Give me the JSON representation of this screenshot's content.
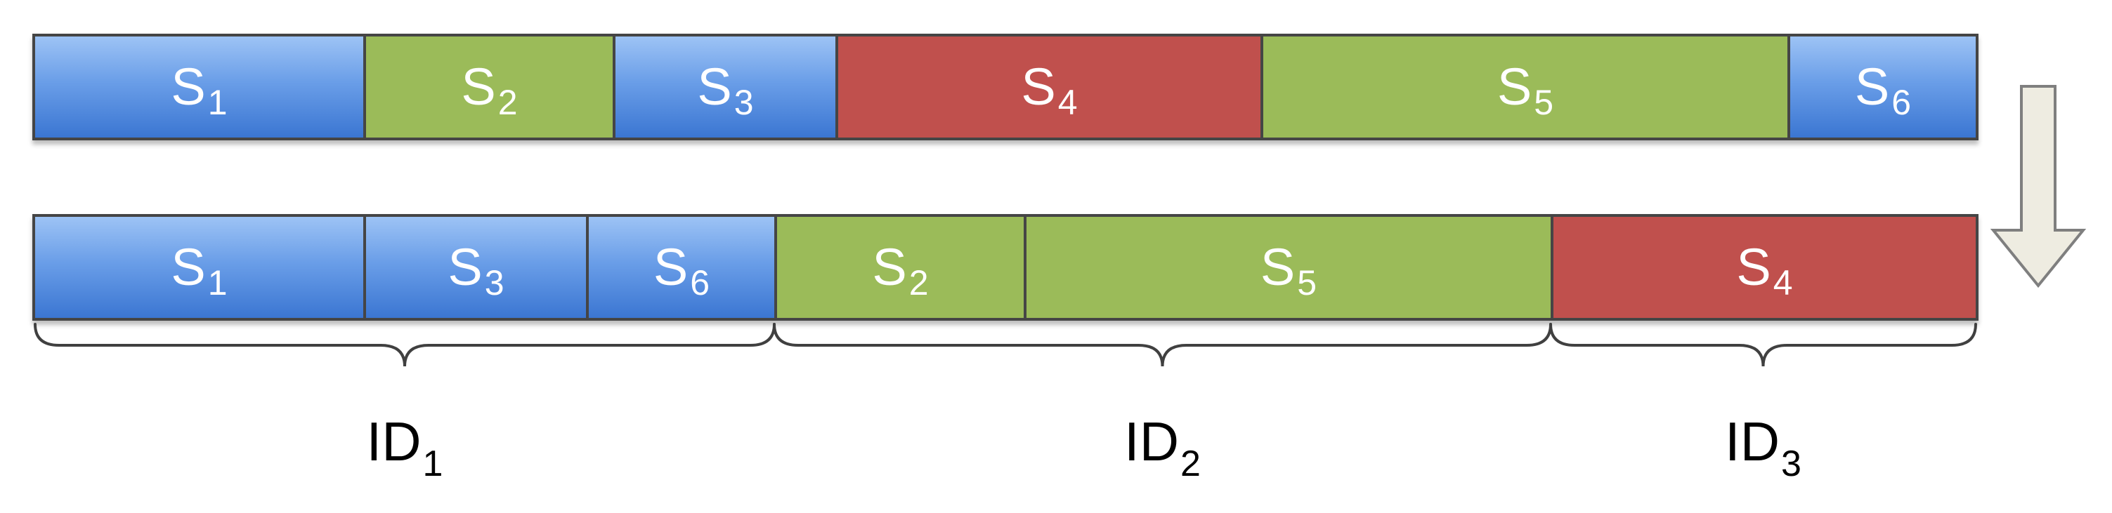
{
  "rows": [
    {
      "name": "original-order",
      "segments": [
        {
          "base": "S",
          "sub": "1",
          "color": "blue",
          "width_units": 468
        },
        {
          "base": "S",
          "sub": "2",
          "color": "green",
          "width_units": 356
        },
        {
          "base": "S",
          "sub": "3",
          "color": "blue",
          "width_units": 318
        },
        {
          "base": "S",
          "sub": "4",
          "color": "red",
          "width_units": 607
        },
        {
          "base": "S",
          "sub": "5",
          "color": "green",
          "width_units": 752
        },
        {
          "base": "S",
          "sub": "6",
          "color": "blue",
          "width_units": 269
        }
      ]
    },
    {
      "name": "grouped-order",
      "segments": [
        {
          "base": "S",
          "sub": "1",
          "color": "blue",
          "width_units": 468
        },
        {
          "base": "S",
          "sub": "3",
          "color": "blue",
          "width_units": 318
        },
        {
          "base": "S",
          "sub": "6",
          "color": "blue",
          "width_units": 269
        },
        {
          "base": "S",
          "sub": "2",
          "color": "green",
          "width_units": 356
        },
        {
          "base": "S",
          "sub": "5",
          "color": "green",
          "width_units": 752
        },
        {
          "base": "S",
          "sub": "4",
          "color": "red",
          "width_units": 607
        }
      ]
    }
  ],
  "groups": [
    {
      "base": "ID",
      "sub": "1",
      "segment_count": 3
    },
    {
      "base": "ID",
      "sub": "2",
      "segment_count": 2
    },
    {
      "base": "ID",
      "sub": "3",
      "segment_count": 1
    }
  ],
  "colors": {
    "blue": "#4f81bd",
    "green": "#9bbb59",
    "red": "#c0504d",
    "outline": "#454545",
    "arrow_fill": "#eeece1",
    "arrow_stroke": "#7f7f7f"
  },
  "icons": {
    "transform_arrow": "down-arrow-icon",
    "group_brace": "curly-brace-icon"
  }
}
